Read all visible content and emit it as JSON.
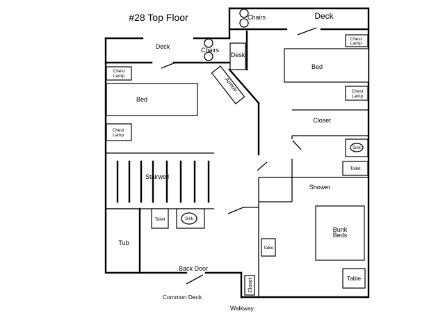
{
  "title": "#28 Top Floor",
  "labels": {
    "deck_left": "Deck",
    "deck_right": "Deck",
    "chairs_left": "Chairs",
    "chairs_right": "Chairs",
    "desk": "Desk",
    "armoir": "Armoir",
    "chest_lamp_left_top_1": "Chest",
    "chest_lamp_left_top_2": "Lamp",
    "chest_lamp_left_mid_1": "Chest",
    "chest_lamp_left_mid_2": "Lamp",
    "chest_lamp_right_top_1": "Chest",
    "chest_lamp_right_top_2": "Lamp",
    "chest_lamp_right_mid_1": "Chest",
    "chest_lamp_right_mid_2": "Lamp",
    "bed_left": "Bed",
    "bed_right": "Bed",
    "closet_right": "Closet",
    "closet_bottom": "Closet",
    "sink_right": "Sink",
    "sink_left": "Sink",
    "toilet_right": "Toilet",
    "toilet_left": "Toilet",
    "shower": "Shower",
    "stairwell": "Stairwell",
    "bunk_1": "Bunk",
    "bunk_2": "Beds",
    "table_small": "Table",
    "table_large": "Table",
    "tub": "Tub",
    "back_door": "Back Door",
    "common_deck": "Common Deck",
    "walkway": "Walkway"
  }
}
